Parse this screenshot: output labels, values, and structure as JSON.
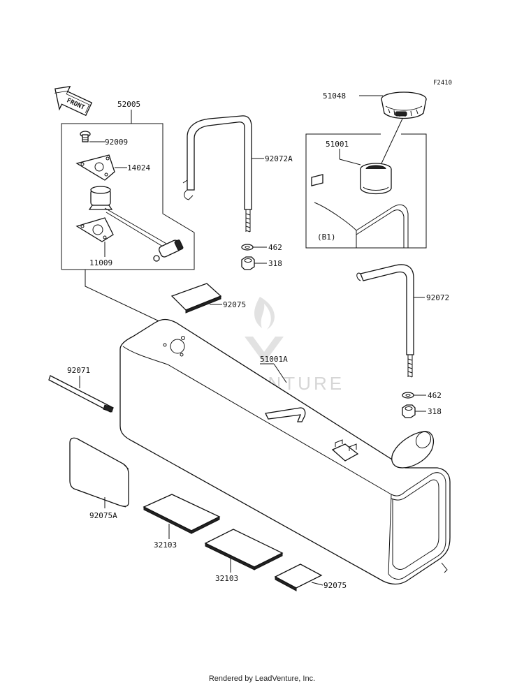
{
  "figure_code": "F2410",
  "front_indicator": "FRONT",
  "watermark": "LEADVENTURE",
  "footer": "Rendered by LeadVenture, Inc.",
  "inset_label": "(B1)",
  "parts": {
    "p52005": "52005",
    "p92009": "92009",
    "p14024": "14024",
    "p11009": "11009",
    "p92072A": "92072A",
    "p462a": "462",
    "p318a": "318",
    "p51048": "51048",
    "p51001": "51001",
    "p92072": "92072",
    "p462b": "462",
    "p318b": "318",
    "p92075a": "92075",
    "p51001A": "51001A",
    "p92071": "92071",
    "p92075A": "92075A",
    "p32103a": "32103",
    "p32103b": "32103",
    "p92075b": "92075"
  }
}
